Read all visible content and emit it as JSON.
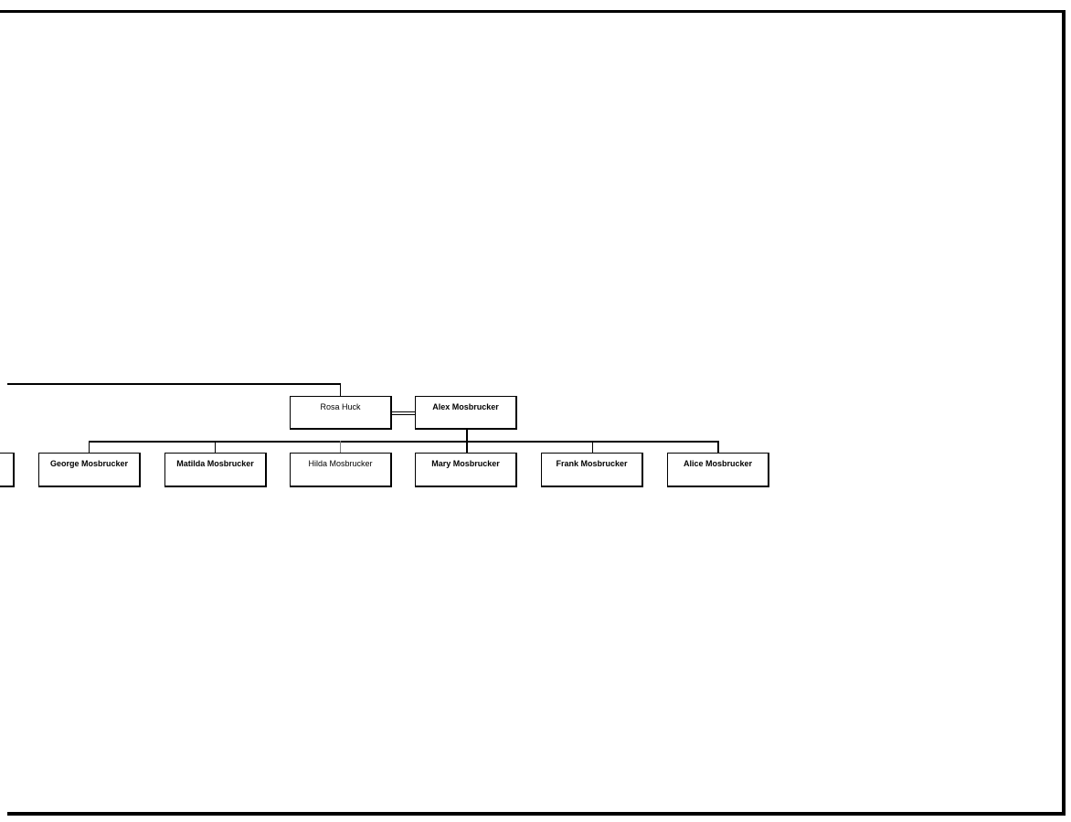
{
  "couple": {
    "left": {
      "name": "Rosa Huck"
    },
    "right": {
      "name": "Alex Mosbrucker"
    }
  },
  "children": [
    {
      "name": "George Mosbrucker"
    },
    {
      "name": "Matilda Mosbrucker"
    },
    {
      "name": "Hilda Mosbrucker"
    },
    {
      "name": "Mary Mosbrucker"
    },
    {
      "name": "Frank Mosbrucker"
    },
    {
      "name": "Alice Mosbrucker"
    }
  ],
  "colors": {
    "line": "#000000",
    "box_border": "#000000",
    "background": "#ffffff"
  }
}
